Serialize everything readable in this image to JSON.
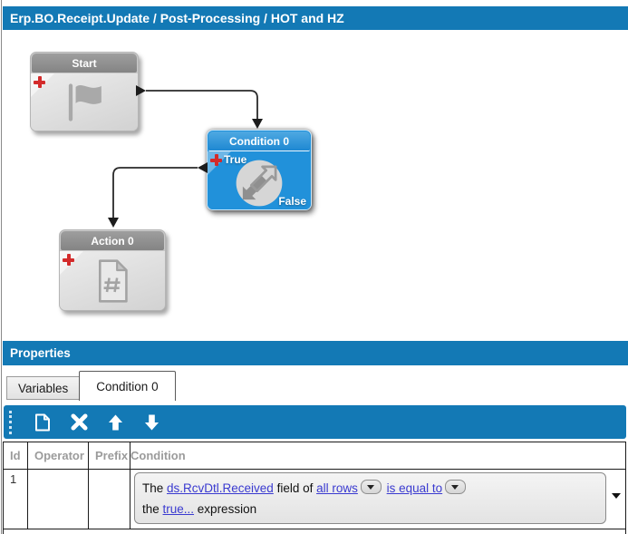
{
  "colors": {
    "accent_blue": "#1379b5",
    "node_blue": "#2191da",
    "node_gray": "#d6d6d6",
    "link_blue": "#3a3ad0",
    "plus_red": "#d32b2b"
  },
  "title_bar": {
    "text": "Erp.BO.Receipt.Update / Post-Processing / HOT and HZ"
  },
  "diagram": {
    "nodes": {
      "start": {
        "label": "Start",
        "icon": "flag-icon"
      },
      "condition": {
        "label": "Condition 0",
        "icon": "decision-arrows-icon",
        "true_label": "True",
        "false_label": "False"
      },
      "action": {
        "label": "Action 0",
        "icon": "document-hash-icon"
      }
    },
    "connections": [
      {
        "from": "start",
        "to": "condition"
      },
      {
        "from": "condition",
        "to": "action",
        "branch": "True"
      }
    ]
  },
  "properties": {
    "header": "Properties",
    "tabs": [
      {
        "label": "Variables",
        "active": false
      },
      {
        "label": "Condition 0",
        "active": true
      }
    ],
    "toolbar": [
      {
        "name": "new-row",
        "icon": "new-document-icon"
      },
      {
        "name": "delete-row",
        "icon": "delete-x-icon"
      },
      {
        "name": "move-up",
        "icon": "up-arrow-icon"
      },
      {
        "name": "move-down",
        "icon": "down-arrow-icon"
      }
    ],
    "grid": {
      "columns": [
        "Id",
        "Operator",
        "Prefix",
        "Condition"
      ],
      "row": {
        "id": "1",
        "operator": "",
        "prefix": "",
        "condition": {
          "text_the": "The ",
          "field_link": "ds.RcvDtl.Received",
          "text_field_of": " field of ",
          "rows_link": "all rows",
          "text_space": " ",
          "operator_link": "is equal to",
          "text_the2": "the ",
          "value_link": "true...",
          "text_expression": " expression"
        }
      }
    }
  }
}
